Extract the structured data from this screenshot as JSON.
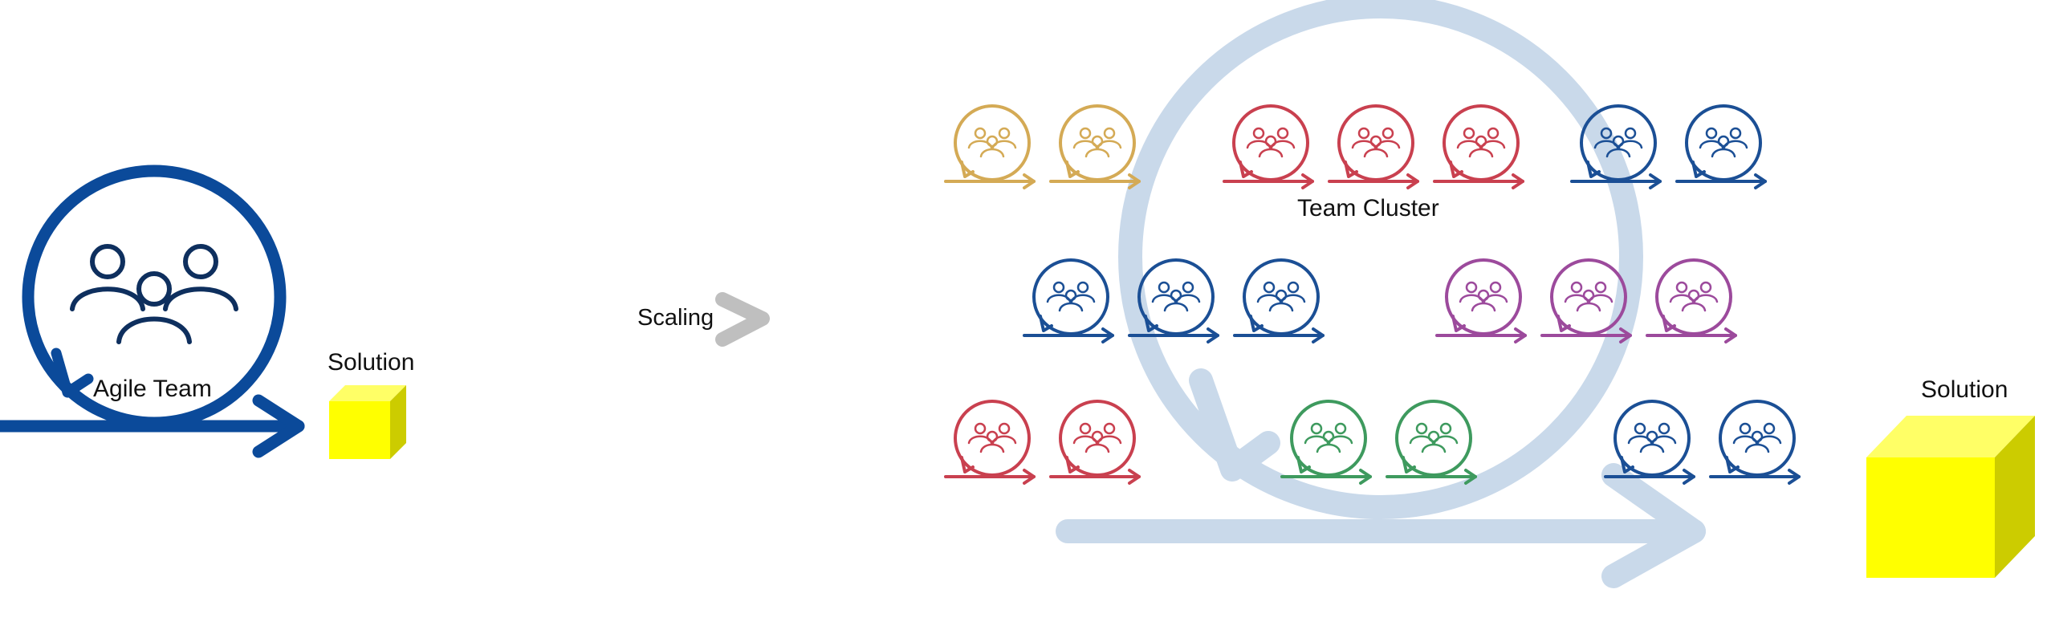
{
  "labels": {
    "agile_team": "Agile Team",
    "solution_left": "Solution",
    "scaling": "Scaling",
    "team_cluster": "Team Cluster",
    "solution_right": "Solution"
  },
  "colors": {
    "agile_blue": "#0b4a9a",
    "cycle_bg": "#c9d9ea",
    "gold": "#d4aa55",
    "red": "#c9404f",
    "navy": "#1b4f95",
    "purple": "#9c4a9c",
    "green": "#3e9a5e",
    "cube_front": "#ffff00",
    "cube_top": "#ffff66",
    "cube_side": "#cccc00",
    "scaling_chevron": "#bfbfbf"
  },
  "team_groups": [
    {
      "row": 1,
      "color": "gold",
      "count": 2
    },
    {
      "row": 1,
      "color": "red",
      "count": 3
    },
    {
      "row": 1,
      "color": "navy",
      "count": 2
    },
    {
      "row": 2,
      "color": "navy",
      "count": 3
    },
    {
      "row": 2,
      "color": "purple",
      "count": 3
    },
    {
      "row": 3,
      "color": "red",
      "count": 2
    },
    {
      "row": 3,
      "color": "green",
      "count": 2
    },
    {
      "row": 3,
      "color": "navy",
      "count": 2
    }
  ]
}
